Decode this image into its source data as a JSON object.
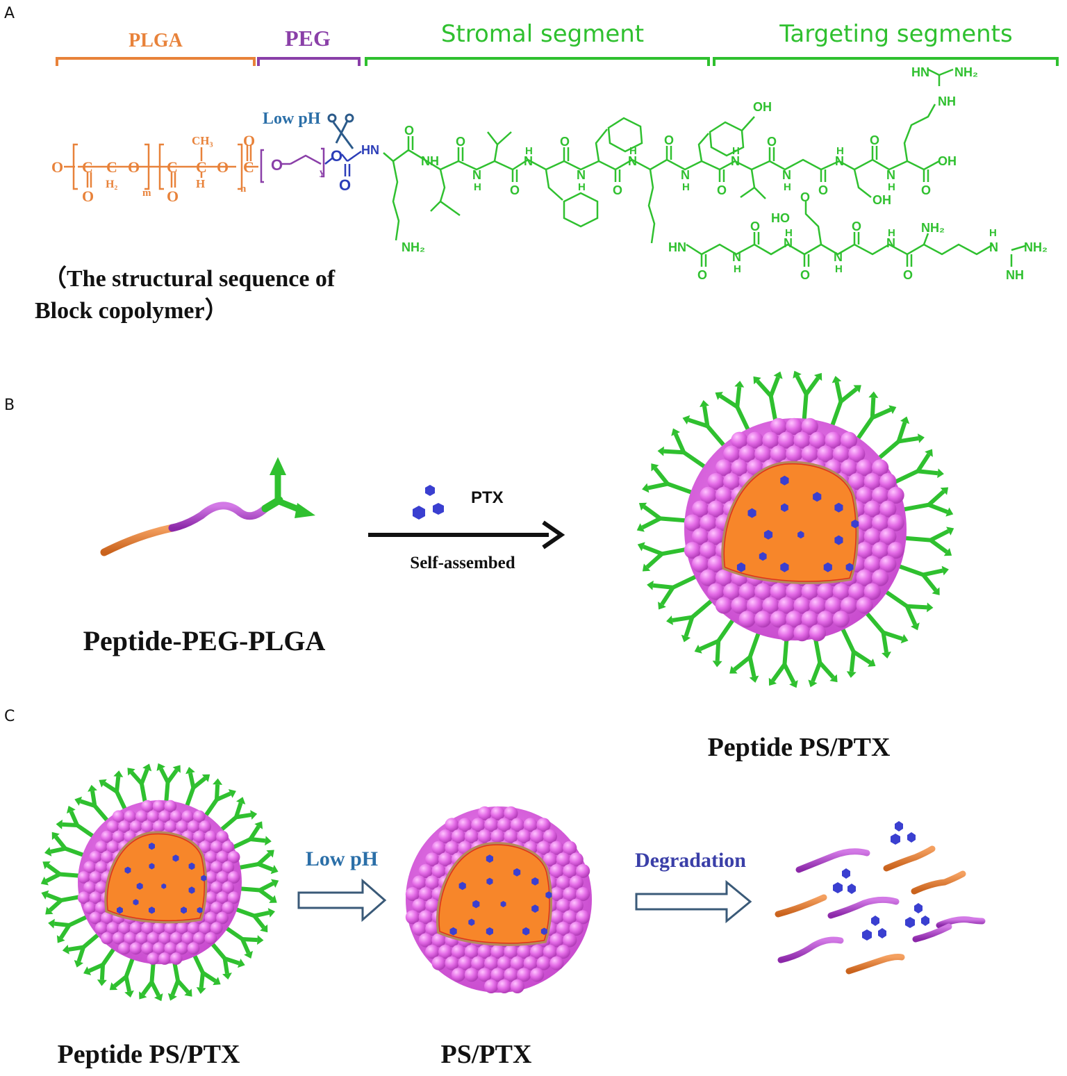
{
  "panels": {
    "a": "A",
    "b": "B",
    "c": "C"
  },
  "panel_a": {
    "segments": {
      "plga": "PLGA",
      "peg": "PEG",
      "stromal": "Stromal segment",
      "targeting": "Targeting segments"
    },
    "low_ph": "Low pH",
    "caption_line1": "（The structural sequence of",
    "caption_line2": "Block copolymer）",
    "chem_labels": {
      "ch3": "CH₃",
      "h2": "H₂",
      "h": "H",
      "c": "C",
      "o": "O",
      "m": "m",
      "n": "n",
      "y": "y",
      "hn": "HN",
      "nh": "NH",
      "n_atom": "N",
      "oh": "OH",
      "nh2": "NH₂",
      "ho": "HO"
    }
  },
  "panel_b": {
    "polymer_label": "Peptide-PEG-PLGA",
    "drug_label": "PTX",
    "arrow_label": "Self-assembed",
    "particle_label": "Peptide PS/PTX"
  },
  "panel_c": {
    "label1": "Peptide PS/PTX",
    "arrow1_label": "Low pH",
    "label2": "PS/PTX",
    "arrow2_label": "Degradation"
  },
  "colors": {
    "plga": "#e8823a",
    "peg": "#8a3fa8",
    "peptide": "#2fc02f",
    "blue": "#2b3db8",
    "shell": "#e36ae6",
    "core": "#f7862a",
    "ptx": "#3a3fd0",
    "arrow_outline": "#3a5a78",
    "black": "#111111"
  }
}
